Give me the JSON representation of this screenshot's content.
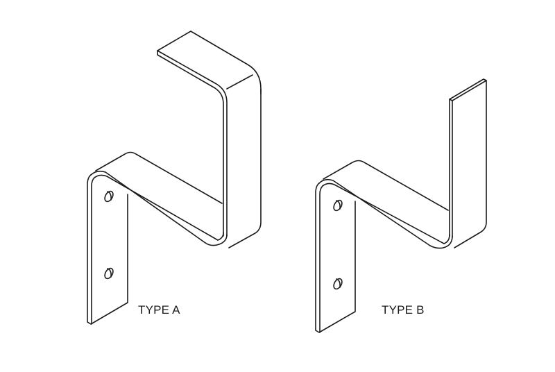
{
  "figure": {
    "description": "Isometric line drawings of two bent flat-bar brackets",
    "background_color": "#ffffff",
    "line_color": "#1a1a1a"
  },
  "brackets": [
    {
      "id": "type-a",
      "label": "TYPE A",
      "features": [
        "vertical mounting leg with 2 holes",
        "sloped horizontal arm",
        "vertical riser",
        "top return flange folded back"
      ]
    },
    {
      "id": "type-b",
      "label": "TYPE B",
      "features": [
        "vertical mounting leg with 2 holes",
        "sloped horizontal arm",
        "vertical riser ending open at top"
      ]
    }
  ]
}
